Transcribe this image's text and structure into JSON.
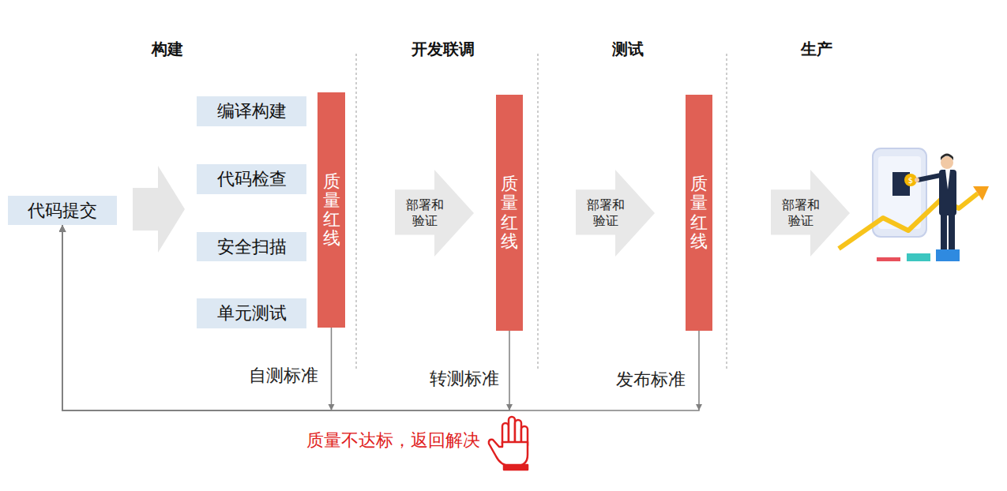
{
  "diagram": {
    "nodes": [
      {
        "text": [
          "代码提交"
        ]
      },
      {
        "text": [
          "编译构建"
        ]
      },
      {
        "text": [
          "代码检查"
        ]
      },
      {
        "text": [
          "安全扫描"
        ]
      },
      {
        "text": [
          "单元测试"
        ]
      },
      {
        "text": [
          "质量红线"
        ]
      },
      {
        "text": [
          "部署和 验证"
        ]
      },
      {
        "text": [
          "质量红线"
        ]
      },
      {
        "text": [
          "部署和 验证"
        ]
      },
      {
        "text": [
          "质量红线"
        ]
      },
      {
        "text": [
          "部署和 验证"
        ]
      }
    ],
    "edges": [
      {
        "from": 5,
        "to": 0,
        "arrow": "to"
      },
      {
        "from": 7,
        "to": 0,
        "arrow": "to"
      },
      {
        "from": 9,
        "to": 0,
        "arrow": "to"
      }
    ],
    "labels": [
      "构建",
      "开发联调",
      "测试",
      "生产",
      "自测标准",
      "转测标准",
      "发布标准",
      "质量不达标，返回解决"
    ]
  }
}
